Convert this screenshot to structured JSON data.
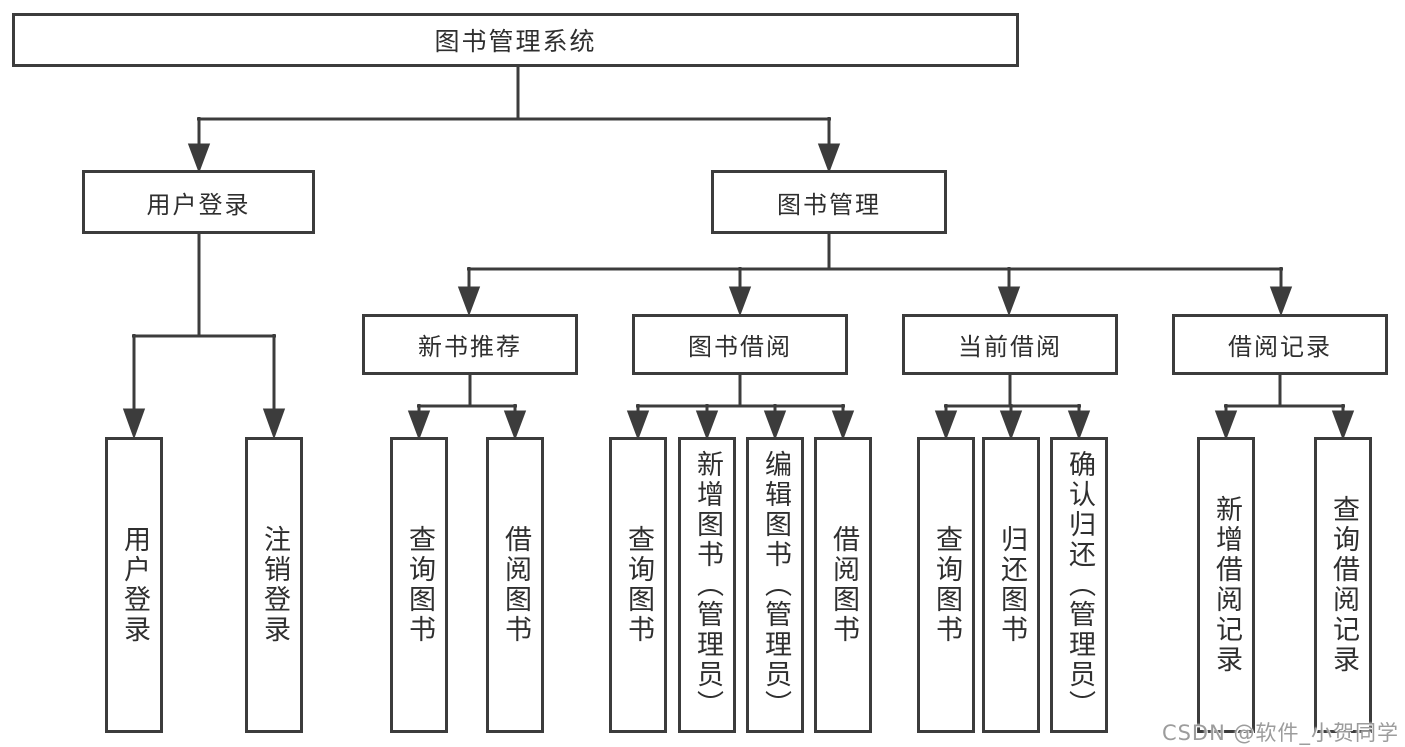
{
  "watermark": "CSDN @软件_小贺同学",
  "tree": {
    "root": "图书管理系统",
    "branches": [
      {
        "label": "用户登录",
        "children": [
          "用户登录",
          "注销登录"
        ]
      },
      {
        "label": "图书管理",
        "groups": [
          {
            "label": "新书推荐",
            "children": [
              "查询图书",
              "借阅图书"
            ]
          },
          {
            "label": "图书借阅",
            "children": [
              "查询图书",
              "新增图书（管理员）",
              "编辑图书（管理员）",
              "借阅图书"
            ]
          },
          {
            "label": "当前借阅",
            "children": [
              "查询图书",
              "归还图书",
              "确认归还（管理员）"
            ]
          },
          {
            "label": "借阅记录",
            "children": [
              "新增借阅记录",
              "查询借阅记录"
            ]
          }
        ]
      }
    ]
  }
}
